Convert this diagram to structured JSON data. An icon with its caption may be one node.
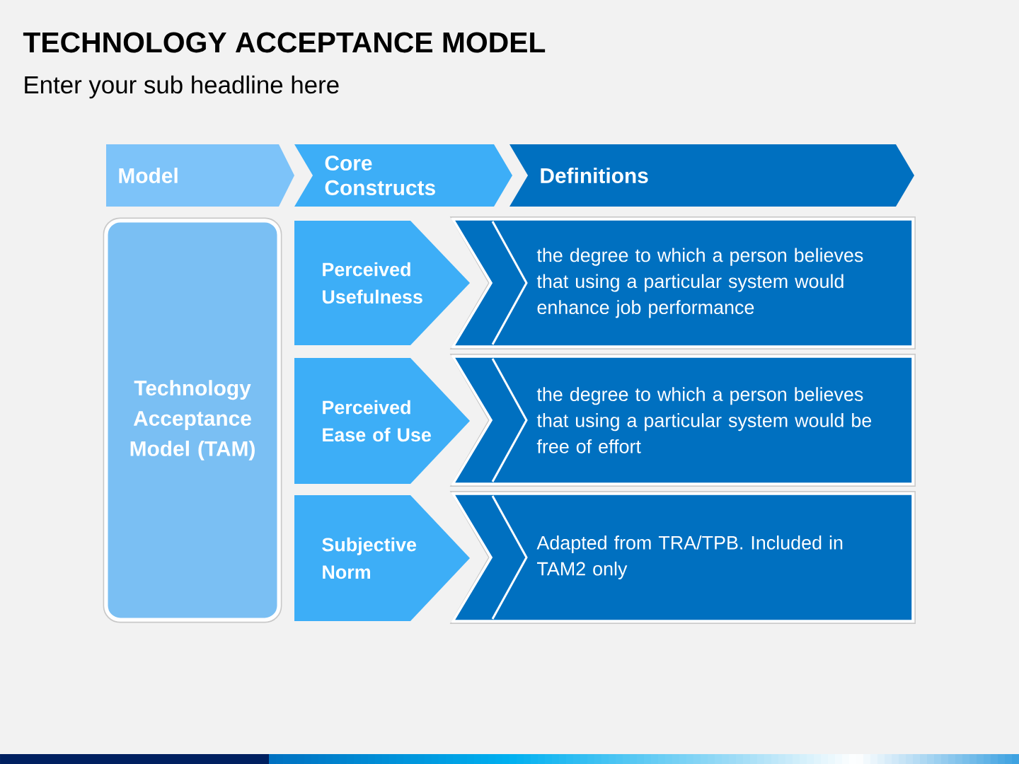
{
  "diagram": {
    "title": "TECHNOLOGY ACCEPTANCE MODEL",
    "nodes": [
      {
        "text": [
          "Model"
        ]
      },
      {
        "text": [
          "Core Constructs"
        ]
      },
      {
        "text": [
          "Definitions"
        ]
      },
      {
        "text": [
          "Technology Acceptance Model (TAM)"
        ]
      },
      {
        "text": [
          "Perceived Usefulness"
        ]
      },
      {
        "text": [
          "the degree to which a person believes that using a particular system would enhance job performance"
        ]
      },
      {
        "text": [
          "Perceived Ease of Use"
        ]
      },
      {
        "text": [
          "the degree to which a person believes that using a particular system would be free of effort"
        ]
      },
      {
        "text": [
          "Subjective Norm"
        ]
      },
      {
        "text": [
          "Adapted from TRA/TPB. Included in TAM2 only"
        ]
      }
    ],
    "labels": [
      "Enter your sub headline here"
    ]
  }
}
